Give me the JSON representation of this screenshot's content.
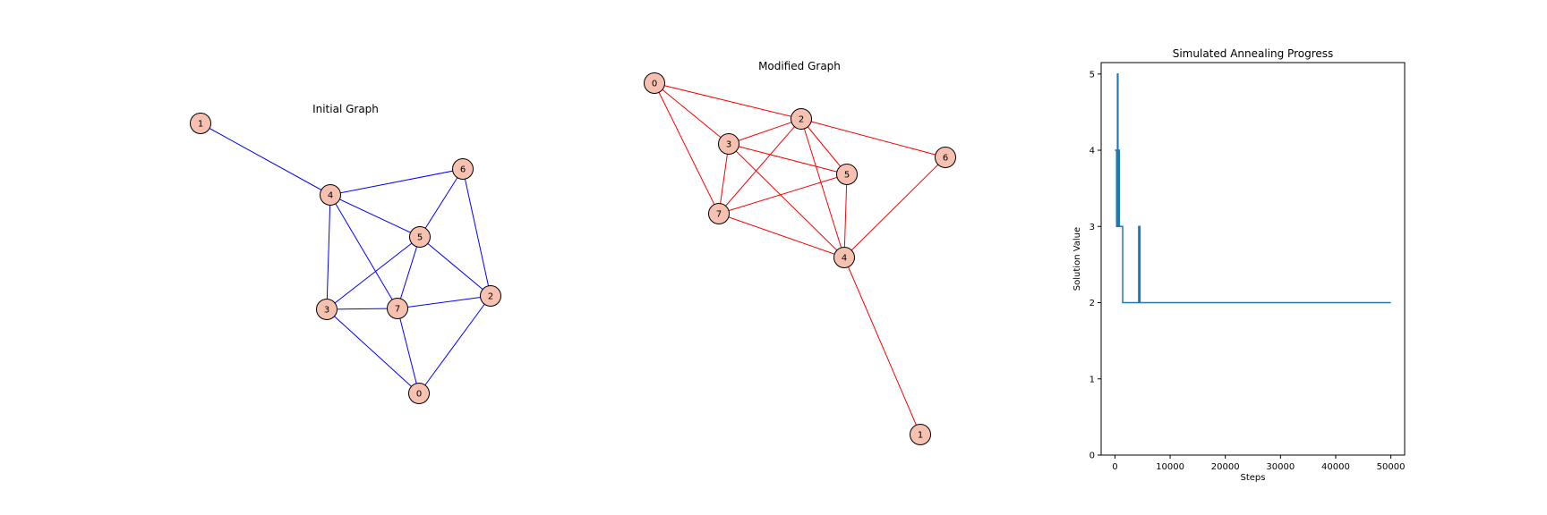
{
  "graphs": [
    {
      "title": "Initial Graph",
      "edge_color": "#0000ff",
      "node_color": "#f7c1b1",
      "nodes": [
        "0",
        "1",
        "2",
        "3",
        "4",
        "5",
        "6",
        "7"
      ],
      "edges": [
        [
          "1",
          "4"
        ],
        [
          "4",
          "6"
        ],
        [
          "4",
          "5"
        ],
        [
          "4",
          "3"
        ],
        [
          "4",
          "7"
        ],
        [
          "6",
          "5"
        ],
        [
          "6",
          "2"
        ],
        [
          "5",
          "3"
        ],
        [
          "5",
          "7"
        ],
        [
          "5",
          "2"
        ],
        [
          "3",
          "7"
        ],
        [
          "3",
          "0"
        ],
        [
          "7",
          "2"
        ],
        [
          "7",
          "0"
        ],
        [
          "2",
          "0"
        ]
      ]
    },
    {
      "title": "Modified Graph",
      "edge_color": "#ff0000",
      "node_color": "#f7c1b1",
      "nodes": [
        "0",
        "1",
        "2",
        "3",
        "4",
        "5",
        "6",
        "7"
      ],
      "edges": [
        [
          "0",
          "2"
        ],
        [
          "0",
          "3"
        ],
        [
          "0",
          "7"
        ],
        [
          "2",
          "3"
        ],
        [
          "2",
          "7"
        ],
        [
          "2",
          "5"
        ],
        [
          "2",
          "4"
        ],
        [
          "2",
          "6"
        ],
        [
          "3",
          "5"
        ],
        [
          "3",
          "7"
        ],
        [
          "3",
          "4"
        ],
        [
          "7",
          "5"
        ],
        [
          "7",
          "4"
        ],
        [
          "5",
          "4"
        ],
        [
          "4",
          "6"
        ],
        [
          "4",
          "1"
        ]
      ]
    }
  ],
  "chart_data": {
    "type": "line",
    "title": "Simulated Annealing Progress",
    "xlabel": "Steps",
    "ylabel": "Solution Value",
    "xlim": [
      -2500,
      52500
    ],
    "ylim": [
      0,
      5.15
    ],
    "xticks": [
      0,
      10000,
      20000,
      30000,
      40000,
      50000
    ],
    "yticks": [
      0,
      1,
      2,
      3,
      4,
      5
    ],
    "grid": false,
    "line_color": "#1f77b4",
    "series": [
      {
        "x": [
          0,
          300,
          300,
          450,
          450,
          550,
          550,
          700,
          700,
          800,
          800,
          1400,
          1400,
          4300,
          4300,
          4380,
          4380,
          4460,
          4460,
          4540,
          4540,
          50000
        ],
        "y": [
          4,
          4,
          3,
          3,
          5,
          5,
          3,
          3,
          4,
          4,
          3,
          3,
          2,
          2,
          3,
          3,
          2,
          2,
          3,
          3,
          2,
          2
        ]
      }
    ]
  }
}
